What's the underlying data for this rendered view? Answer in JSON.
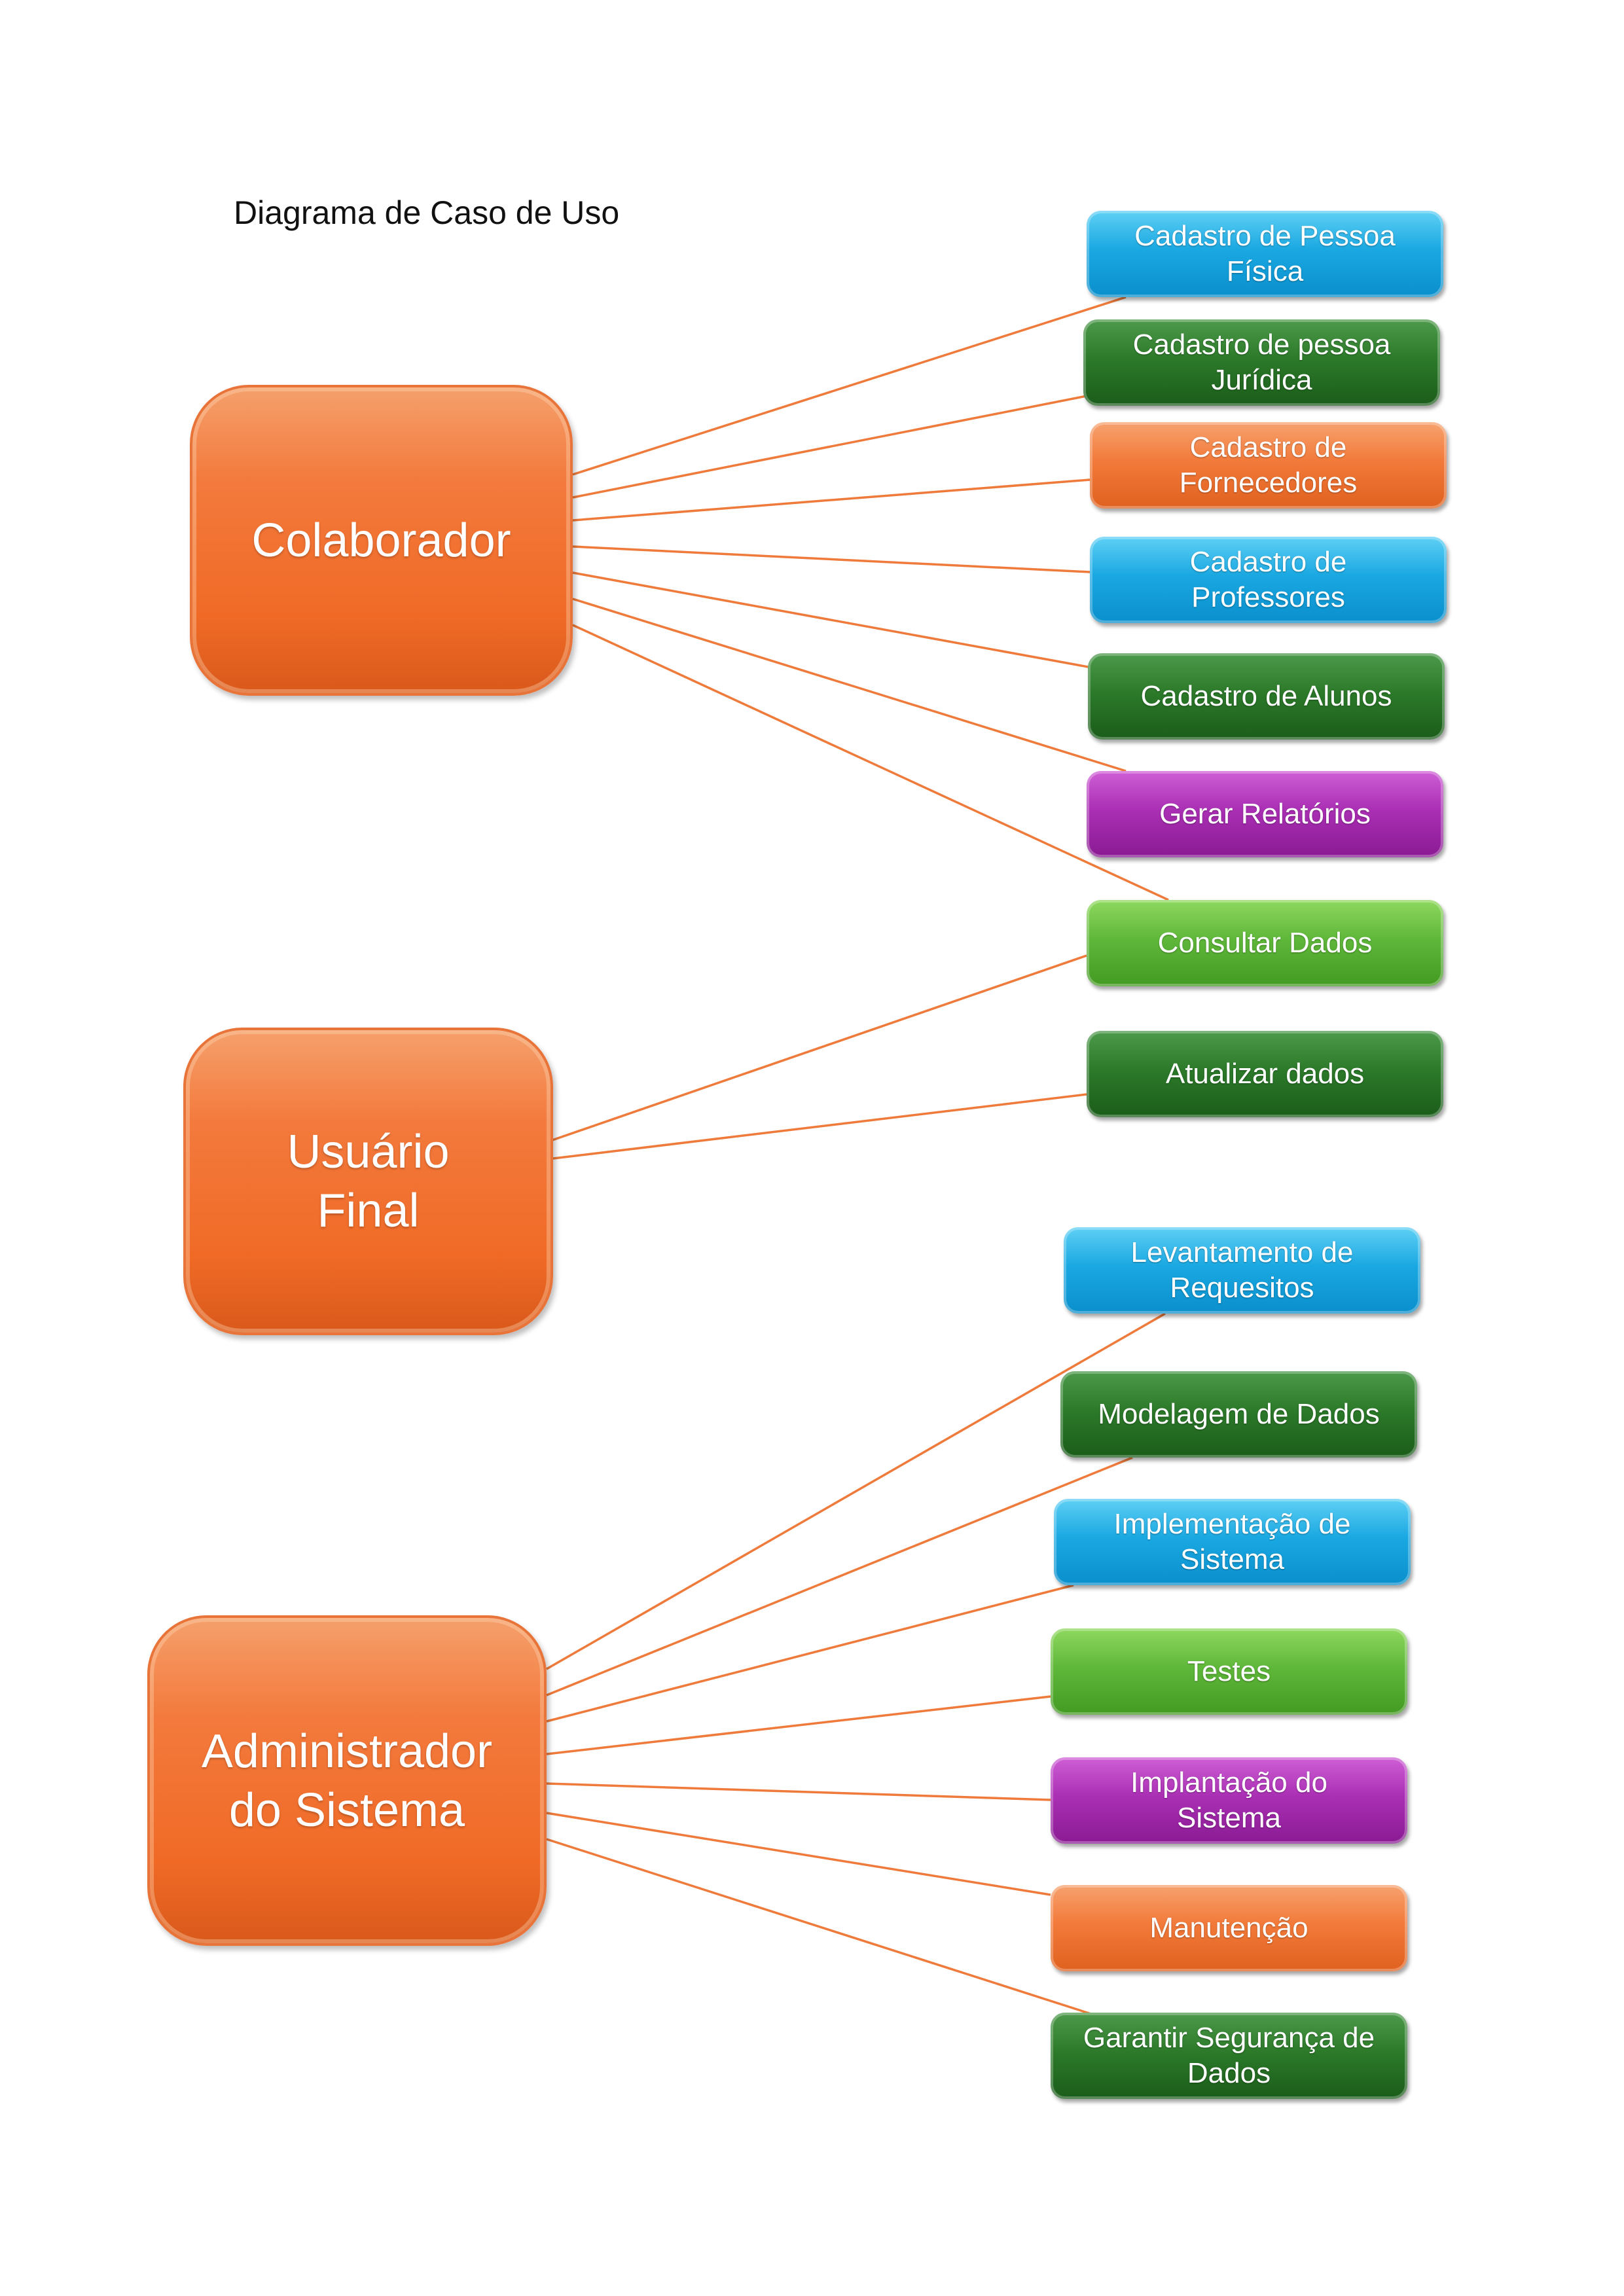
{
  "title": "Diagrama de Caso de Uso",
  "actors": [
    {
      "id": "colaborador",
      "label": "Colaborador"
    },
    {
      "id": "usuario-final",
      "label": "Usuário\nFinal"
    },
    {
      "id": "admin",
      "label": "Administrador\ndo Sistema"
    }
  ],
  "use_cases": [
    {
      "label": "Cadastro de Pessoa\nFísica",
      "color": "#1aa8e2"
    },
    {
      "label": "Cadastro de pessoa\nJurídica",
      "color": "#2c7a2a"
    },
    {
      "label": "Cadastro de\nFornecedores",
      "color": "#f27a3a"
    },
    {
      "label": "Cadastro de\nProfessores",
      "color": "#1aa8e2"
    },
    {
      "label": "Cadastro de Alunos",
      "color": "#2c7a2a"
    },
    {
      "label": "Gerar Relatórios",
      "color": "#aa2fb4"
    },
    {
      "label": "Consultar Dados",
      "color": "#5fb83a"
    },
    {
      "label": "Atualizar dados",
      "color": "#2c7a2a"
    },
    {
      "label": "Levantamento de\nRequesitos",
      "color": "#1aa8e2"
    },
    {
      "label": "Modelagem de Dados",
      "color": "#2c7a2a"
    },
    {
      "label": "Implementação de\nSistema",
      "color": "#1aa8e2"
    },
    {
      "label": "Testes",
      "color": "#5fb83a"
    },
    {
      "label": "Implantação do\nSistema",
      "color": "#aa2fb4"
    },
    {
      "label": "Manutenção",
      "color": "#f27a3a"
    },
    {
      "label": "Garantir Segurança de\nDados",
      "color": "#2c7a2a"
    }
  ],
  "connections": [
    {
      "actor": "colaborador",
      "use_case": "Cadastro de Pessoa\nFísica"
    },
    {
      "actor": "colaborador",
      "use_case": "Cadastro de pessoa\nJurídica"
    },
    {
      "actor": "colaborador",
      "use_case": "Cadastro de\nFornecedores"
    },
    {
      "actor": "colaborador",
      "use_case": "Cadastro de\nProfessores"
    },
    {
      "actor": "colaborador",
      "use_case": "Cadastro de Alunos"
    },
    {
      "actor": "colaborador",
      "use_case": "Gerar Relatórios"
    },
    {
      "actor": "colaborador",
      "use_case": "Consultar Dados"
    },
    {
      "actor": "usuario-final",
      "use_case": "Consultar Dados"
    },
    {
      "actor": "usuario-final",
      "use_case": "Atualizar dados"
    },
    {
      "actor": "admin",
      "use_case": "Levantamento de\nRequesitos"
    },
    {
      "actor": "admin",
      "use_case": "Modelagem de Dados"
    },
    {
      "actor": "admin",
      "use_case": "Implementação de\nSistema"
    },
    {
      "actor": "admin",
      "use_case": "Testes"
    },
    {
      "actor": "admin",
      "use_case": "Implantação do\nSistema"
    },
    {
      "actor": "admin",
      "use_case": "Manutenção"
    },
    {
      "actor": "admin",
      "use_case": "Garantir Segurança de\nDados"
    }
  ],
  "connector_color": "#ee7b3b"
}
